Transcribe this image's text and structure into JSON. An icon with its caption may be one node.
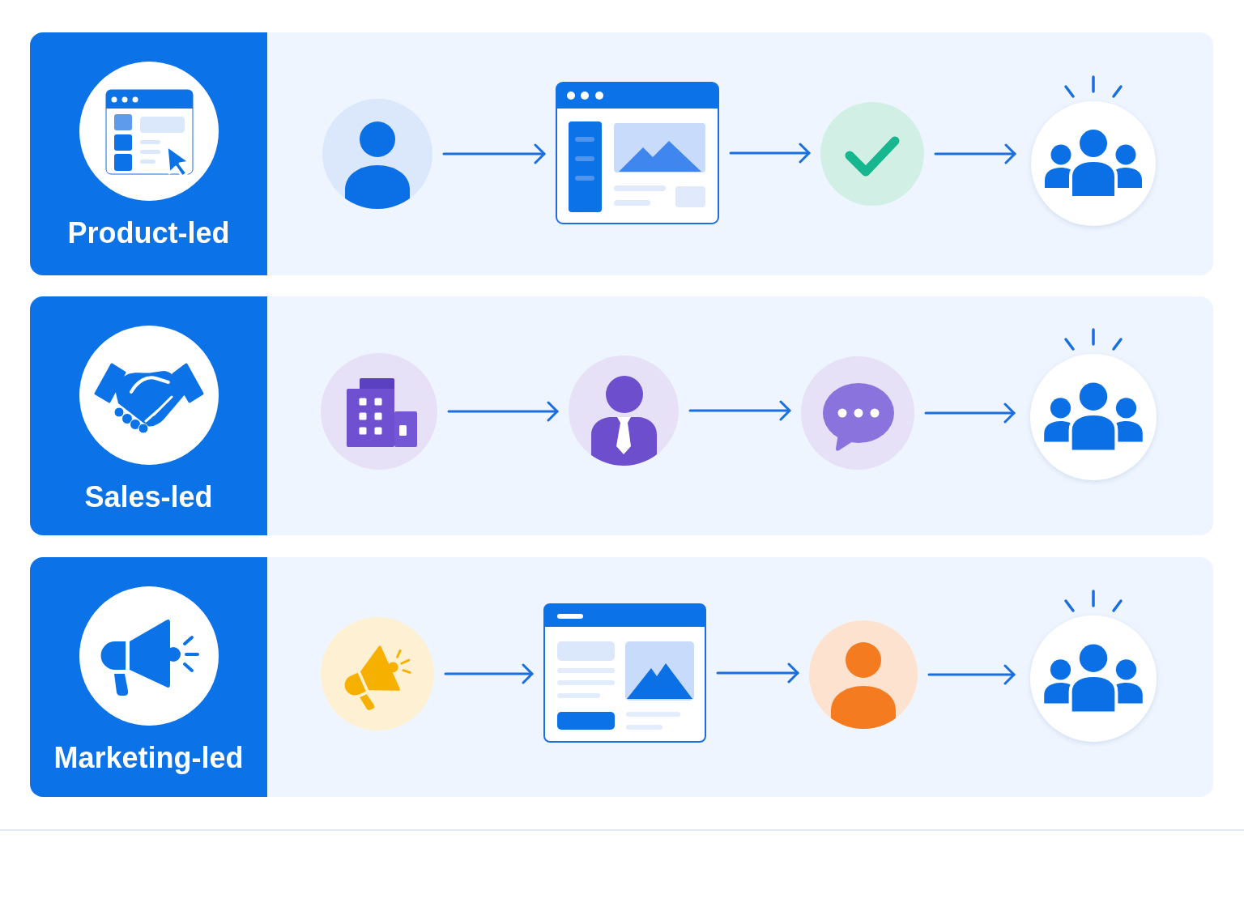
{
  "diagram": {
    "nodes": [
      {
        "text": [],
        "shape": "box"
      },
      {
        "text": [
          "Product-led"
        ],
        "in": 0
      },
      {
        "text": [],
        "shape": "circle",
        "in": 0
      },
      {
        "text": [],
        "shape": "picture",
        "in": 0
      },
      {
        "text": [],
        "shape": "circle",
        "in": 0
      },
      {
        "text": [],
        "shape": "circle",
        "in": 0
      },
      {
        "text": [],
        "shape": "box"
      },
      {
        "text": [
          "Sales-led"
        ],
        "in": 6
      },
      {
        "text": [],
        "shape": "circle",
        "in": 6
      },
      {
        "text": [],
        "shape": "circle",
        "in": 6
      },
      {
        "text": [],
        "shape": "circle",
        "in": 6
      },
      {
        "text": [],
        "shape": "circle",
        "in": 6
      },
      {
        "text": [],
        "shape": "box"
      },
      {
        "text": [
          "Marketing-led"
        ],
        "in": 12
      },
      {
        "text": [],
        "shape": "circle",
        "in": 12
      },
      {
        "text": [],
        "shape": "picture",
        "in": 12
      },
      {
        "text": [],
        "shape": "circle",
        "in": 12
      },
      {
        "text": [],
        "shape": "circle",
        "in": 12
      }
    ],
    "edges": [
      {
        "from": 2,
        "to": 3,
        "arrow": "to"
      },
      {
        "from": 3,
        "to": 4,
        "arrow": "to"
      },
      {
        "from": 4,
        "to": 5,
        "arrow": "to"
      },
      {
        "from": 8,
        "to": 9,
        "arrow": "to"
      },
      {
        "from": 9,
        "to": 10,
        "arrow": "to"
      },
      {
        "from": 10,
        "to": 11,
        "arrow": "to"
      },
      {
        "from": 14,
        "to": 15,
        "arrow": "to"
      },
      {
        "from": 15,
        "to": 16,
        "arrow": "to"
      },
      {
        "from": 16,
        "to": 17,
        "arrow": "to"
      }
    ]
  }
}
